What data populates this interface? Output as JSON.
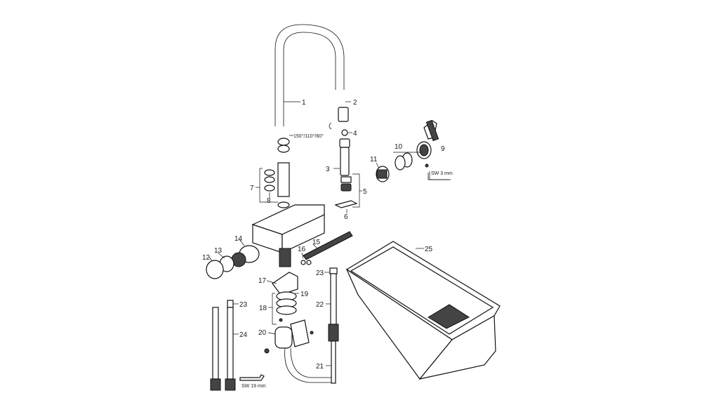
{
  "labels": {
    "p1": "1",
    "p2": "2",
    "p3": "3",
    "p4": "4",
    "p5": "5",
    "p6": "6",
    "p7": "7",
    "p8": "8",
    "p9": "9",
    "p10": "10",
    "p11": "11",
    "p12": "12",
    "p13": "13",
    "p14": "14",
    "p15": "15",
    "p16": "16",
    "p17": "17",
    "p18": "18",
    "p19": "19",
    "p20": "20",
    "p21": "21",
    "p22": "22",
    "p23a": "23",
    "p23b": "23",
    "p24": "24",
    "p25": "25"
  },
  "annotations": {
    "angles": "150°/110°/60°",
    "sw3": "SW 3 mm",
    "sw19": "SW 19 mm"
  }
}
